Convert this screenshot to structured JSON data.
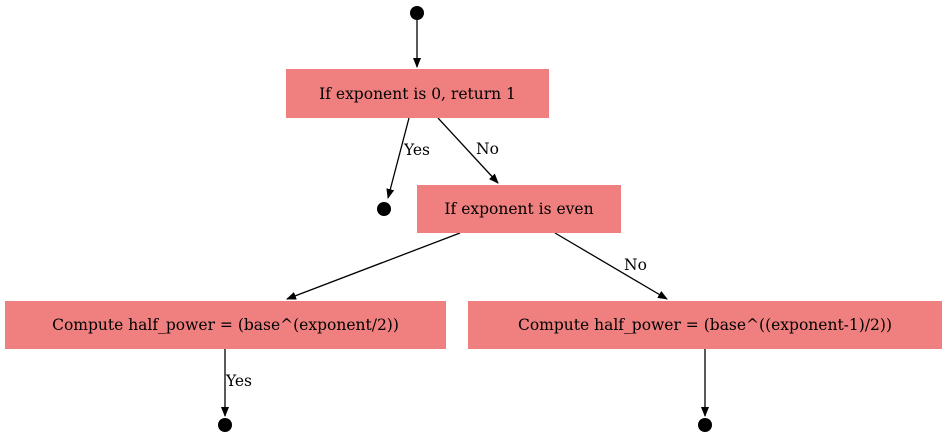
{
  "colors": {
    "node_fill": "#f08080",
    "edge": "#000000",
    "terminal": "#000000",
    "background": "#ffffff"
  },
  "nodes": {
    "base_case": "If exponent is 0, return 1",
    "even_check": "If exponent is even",
    "compute_even": "Compute half_power = (base^(exponent/2))",
    "compute_odd": "Compute half_power = (base^((exponent-1)/2))"
  },
  "edge_labels": {
    "base_yes": "Yes",
    "base_no": "No",
    "even_no": "No",
    "compute_even_yes": "Yes"
  },
  "terminals": [
    "start-node",
    "end-node-base",
    "end-node-even",
    "end-node-odd"
  ]
}
